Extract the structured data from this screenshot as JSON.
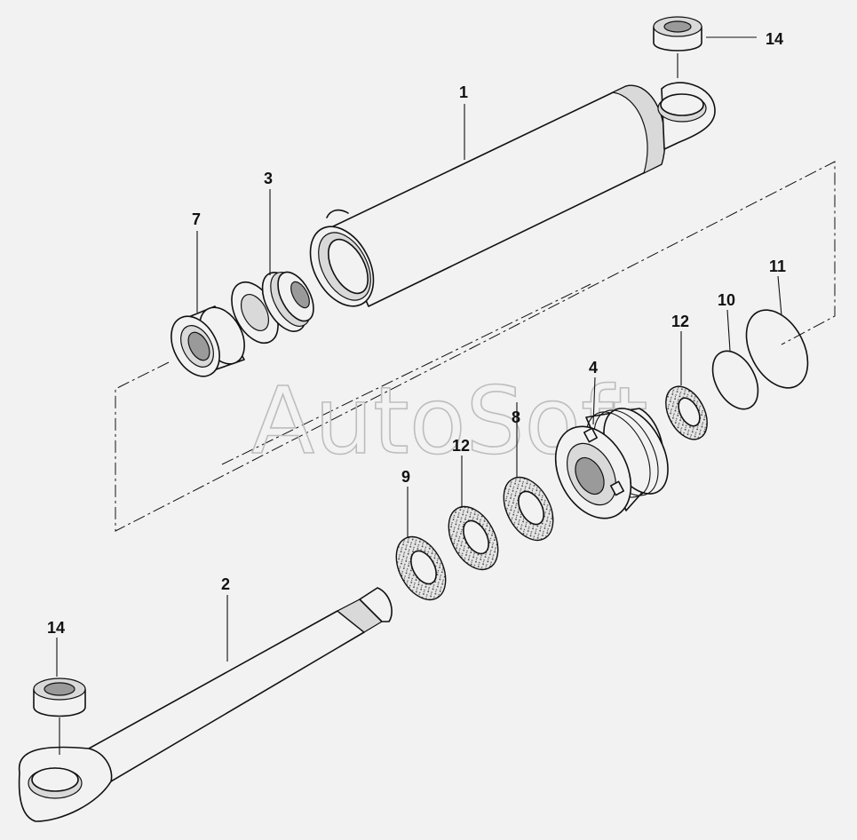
{
  "watermark": "AutoSoft",
  "parts": [
    {
      "id": "p14a",
      "number": "14"
    },
    {
      "id": "p1",
      "number": "1"
    },
    {
      "id": "p3",
      "number": "3"
    },
    {
      "id": "p7",
      "number": "7"
    },
    {
      "id": "p11",
      "number": "11"
    },
    {
      "id": "p10",
      "number": "10"
    },
    {
      "id": "p12a",
      "number": "12"
    },
    {
      "id": "p4",
      "number": "4"
    },
    {
      "id": "p8",
      "number": "8"
    },
    {
      "id": "p12b",
      "number": "12"
    },
    {
      "id": "p9",
      "number": "9"
    },
    {
      "id": "p2",
      "number": "2"
    },
    {
      "id": "p14b",
      "number": "14"
    }
  ]
}
